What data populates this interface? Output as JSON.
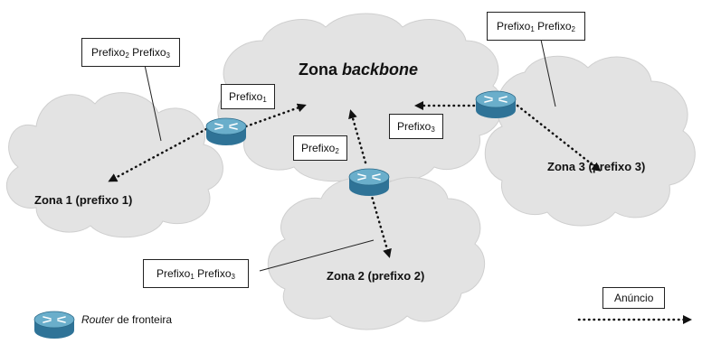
{
  "zones": {
    "backbone": {
      "prefix": "Zona ",
      "emph": "backbone"
    },
    "zone1": "Zona 1 (prefixo 1)",
    "zone2": "Zona 2 (prefixo 2)",
    "zone3": "Zona 3 (prefixo 3)"
  },
  "prefix_base": "Prefixo",
  "labels": {
    "z1_box": [
      {
        "base": "Prefixo",
        "sub": "2"
      },
      {
        "base": "Prefixo",
        "sub": "3"
      }
    ],
    "z3_box": [
      {
        "base": "Prefixo",
        "sub": "1"
      },
      {
        "base": "Prefixo",
        "sub": "2"
      }
    ],
    "z2_box": [
      {
        "base": "Prefixo",
        "sub": "1"
      },
      {
        "base": "Prefixo",
        "sub": "3"
      }
    ],
    "bb_from_z1": [
      {
        "base": "Prefixo",
        "sub": "1"
      }
    ],
    "bb_from_z2": [
      {
        "base": "Prefixo",
        "sub": "2"
      }
    ],
    "bb_from_z3": [
      {
        "base": "Prefixo",
        "sub": "3"
      }
    ]
  },
  "legend": {
    "router_italic": "Router",
    "router_rest": " de fronteira",
    "announce": "Anúncio"
  },
  "colors": {
    "cloud_fill": "#e3e3e3",
    "cloud_stroke": "#cfcfcf",
    "router_top": "#6aaecb",
    "router_side": "#2f7397",
    "arrow": "#111111"
  }
}
